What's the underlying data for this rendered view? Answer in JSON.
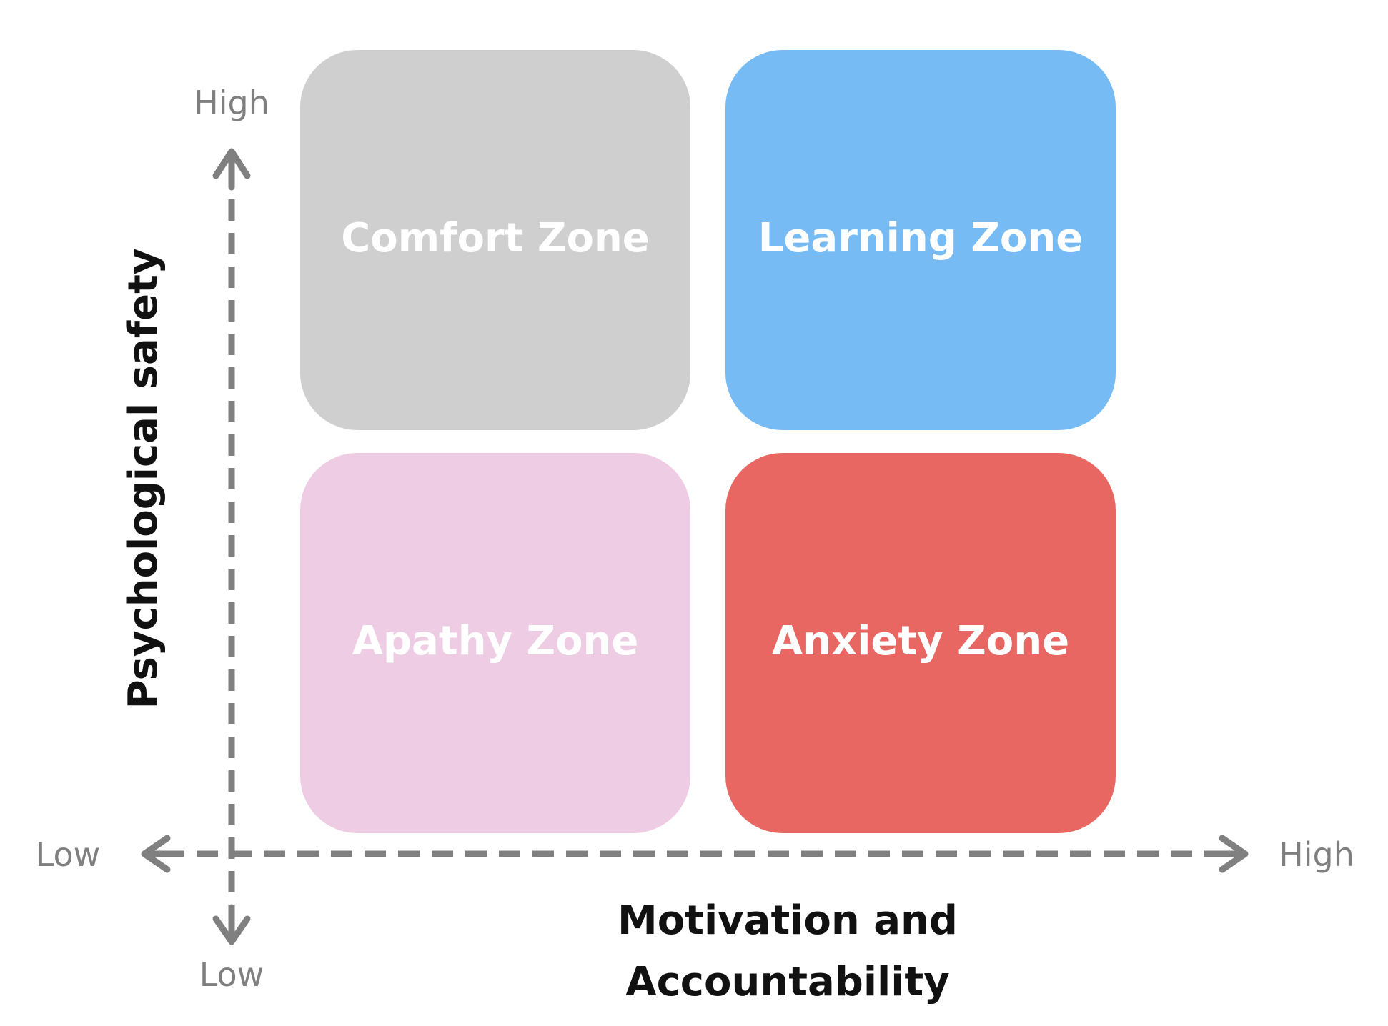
{
  "zones": [
    {
      "label": "Comfort Zone",
      "color": "#d0cfcf"
    },
    {
      "label": "Learning Zone",
      "color": "#76bbf4"
    },
    {
      "label": "Apathy Zone",
      "color": "#eecde4"
    },
    {
      "label": "Anxiety Zone",
      "color": "#e96762"
    }
  ],
  "y_axis": {
    "label": "Psychological safety",
    "high_label": "High",
    "low_label": "Low"
  },
  "x_axis": {
    "label_line1": "Motivation and",
    "label_line2": "Accountability",
    "low_label": "Low",
    "high_label": "High"
  },
  "colors": {
    "axis": "#808080",
    "tick_text": "#7f7f7f",
    "axis_title": "#111111"
  }
}
